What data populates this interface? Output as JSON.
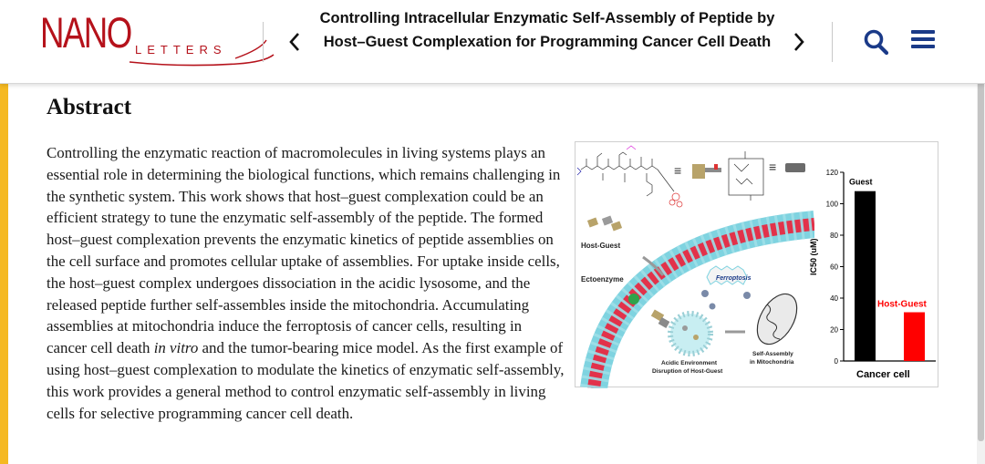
{
  "header": {
    "logo_main": "NANO",
    "logo_sub": "LETTERS",
    "article_title": "Controlling Intracellular Enzymatic Self-Assembly of Peptide by Host–Guest Complexation for Programming Cancer Cell Death",
    "prev_icon": "chevron-left-icon",
    "next_icon": "chevron-right-icon",
    "search_icon": "search-icon",
    "menu_icon": "hamburger-menu-icon",
    "accent_color": "#1a3a88",
    "brand_color": "#b5121b"
  },
  "abstract": {
    "heading": "Abstract",
    "text_before_italic": "Controlling the enzymatic reaction of macromolecules in living systems plays an essential role in determining the biological functions, which remains challenging in the synthetic system. This work shows that host–guest complexation could be an efficient strategy to tune the enzymatic self-assembly of the peptide. The formed host–guest complexation prevents the enzymatic kinetics of peptide assemblies on the cell surface and promotes cellular uptake of assemblies. For uptake inside cells, the host–guest complex undergoes dissociation in the acidic lysosome, and the released peptide further self-assembles inside the mitochondria. Accumulating assemblies at mitochondria induce the ferroptosis of cancer cells, resulting in cancer cell death ",
    "italic_text": "in vitro",
    "text_after_italic": " and the tumor-bearing mice model. As the first example of using host–guest complexation to modulate the kinetics of enzymatic self-assembly, this work provides a general method to control enzymatic self-assembly in living cells for selective programming cancer cell death."
  },
  "figure": {
    "labels": {
      "host_guest": "Host-Guest",
      "ectoenzyme": "Ectoenzyme",
      "ferroptosis": "Ferroptosis",
      "acidic_1": "Acidic Environment",
      "acidic_2": "Disruption of Host-Guest",
      "self_assembly_1": "Self-Assembly",
      "self_assembly_2": "in Mitochondria",
      "equals": "≡"
    },
    "chart_data": {
      "type": "bar",
      "categories": [
        "Guest",
        "Host-Guest"
      ],
      "values": [
        108,
        31
      ],
      "colors": [
        "#000000",
        "#ff0000"
      ],
      "ylabel": "IC50 (uM)",
      "xlabel": "Cancer cell",
      "ylim": [
        0,
        120
      ],
      "yticks": [
        "0",
        "20",
        "40",
        "60",
        "80",
        "100",
        "120"
      ]
    }
  }
}
